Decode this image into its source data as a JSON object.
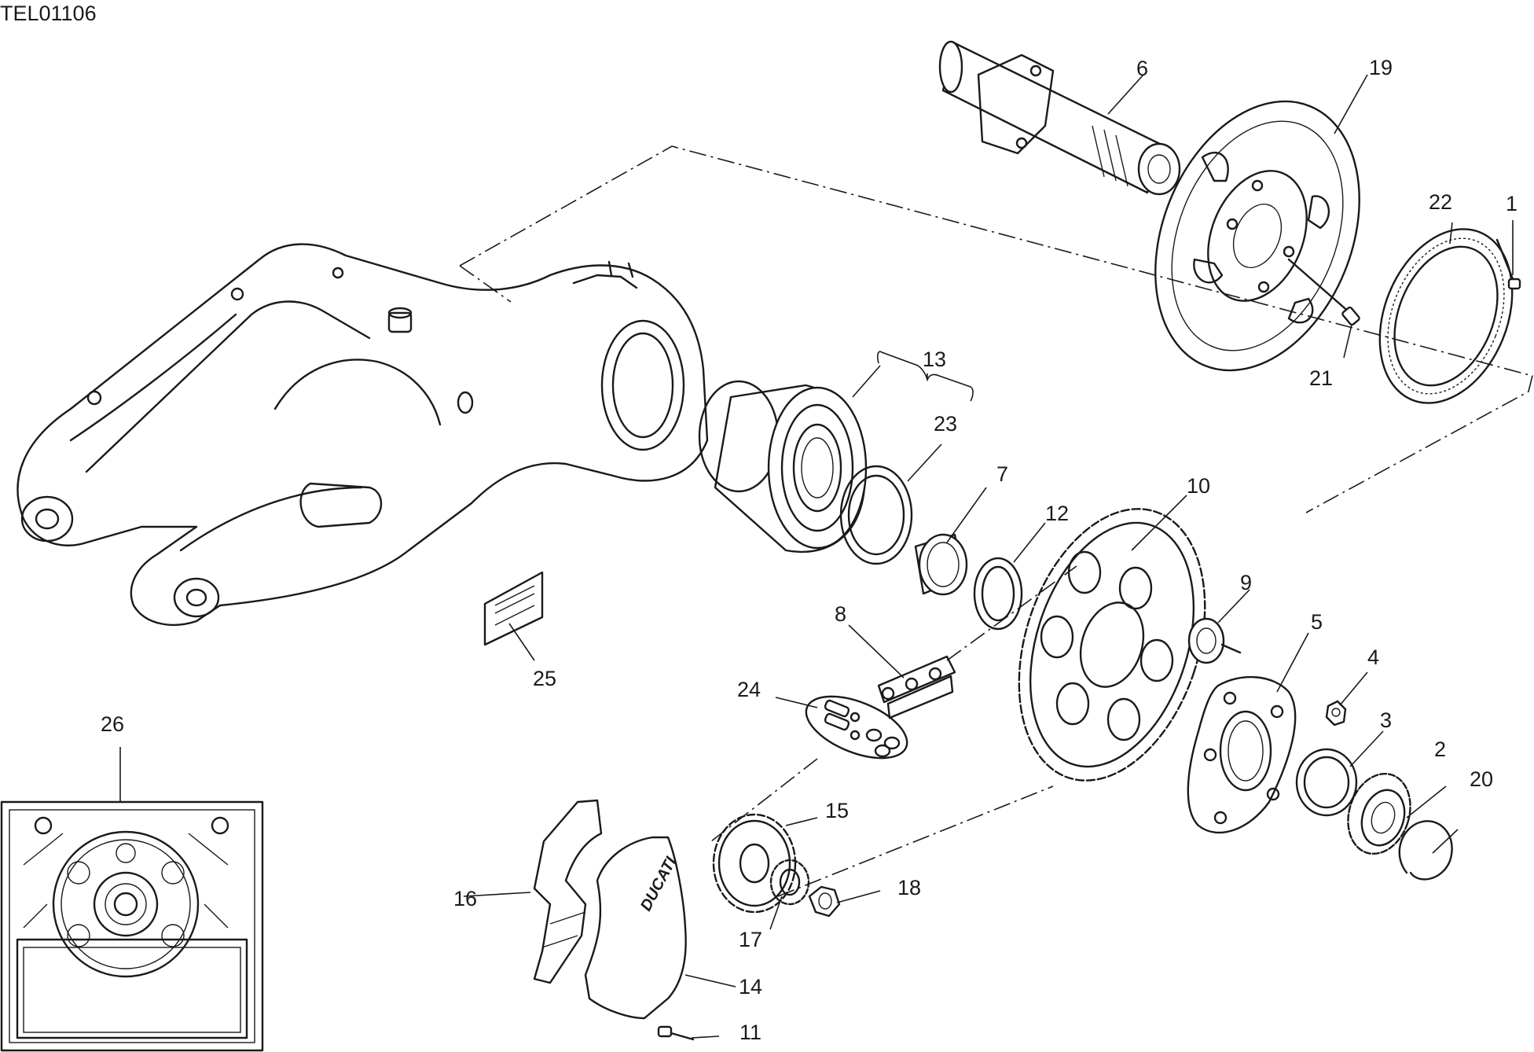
{
  "diagram": {
    "drawing_code": "TEL01106",
    "brand_marking": "DUCATI",
    "callouts": [
      "1",
      "2",
      "3",
      "4",
      "5",
      "6",
      "7",
      "8",
      "9",
      "10",
      "11",
      "12",
      "13",
      "14",
      "15",
      "16",
      "17",
      "18",
      "19",
      "20",
      "21",
      "22",
      "23",
      "24",
      "25",
      "26"
    ]
  }
}
